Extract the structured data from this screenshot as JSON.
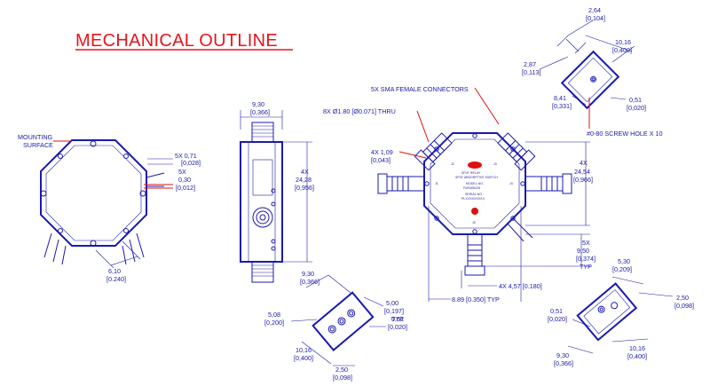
{
  "title": "MECHANICAL OUTLINE",
  "colors": {
    "title": "#e8141b",
    "line": "#1a1ab0",
    "text": "#1a1aa8",
    "leader": "#e01010"
  },
  "front_view": {
    "mounting_label_1": "MOUNTING",
    "mounting_label_2": "SURFACE",
    "dim_071": "5X 0,71",
    "dim_071_in": "[0,028]",
    "dim_030_a": "5X",
    "dim_030_b": "0,30",
    "dim_030_in": "[0,012]",
    "dim_610": "6,10",
    "dim_610_in": "[0.240]"
  },
  "side_view": {
    "dim_930": "9,30",
    "dim_930_in": "[0,366]",
    "dim_2428_a": "4X",
    "dim_2428_b": "24,28",
    "dim_2428_in": "[0,956]"
  },
  "top_view": {
    "sma_label": "5X SMA FEMALE CONNECTORS",
    "thru_label": "8X Ø1.80 [Ø0.071] THRU",
    "dim_109_a": "4X 1,09",
    "dim_109_in": "[0,043]",
    "dim_2454_a": "4X",
    "dim_2454_b": "24,54",
    "dim_2454_in": "[0,966]",
    "dim_950_a": "5X",
    "dim_950_b": "9,50",
    "dim_950_in": "[0,374]",
    "dim_950_typ": "TYP",
    "dim_457": "4X 4,57 [0.180]",
    "dim_889": "8.89 [0.350] TYP",
    "port_labels": [
      "J1",
      "J2",
      "J3",
      "J4",
      "J0"
    ],
    "body_lines": [
      "SP4T RELAY",
      "SP4T ABSORPTIVE SWITCH",
      "MODEL NO.",
      "FMSW6226",
      "SERIAL NO.",
      "PLXXXXXXXXX"
    ]
  },
  "detail_top_right": {
    "dim_264": "2,64",
    "dim_264_in": "[0,104]",
    "dim_1016": "10,16",
    "dim_1016_in": "[0,400]",
    "dim_287": "2,87",
    "dim_287_in": "[0,113]",
    "dim_841": "8,41",
    "dim_841_in": "[0,331]",
    "dim_051": "0,51",
    "dim_051_in": "[0,020]",
    "screw_label": "#0-80 SCREW HOLE X 10"
  },
  "detail_bottom_left": {
    "dim_930": "9,30",
    "dim_930_in": "[0,366]",
    "dim_500": "5,00",
    "dim_500_in": "[0,197]",
    "dim_500_typ": "TYP",
    "dim_508": "5,08",
    "dim_508_in": "[0,200]",
    "dim_051": "0,51",
    "dim_051_in": "[0,020]",
    "dim_1016": "10,16",
    "dim_1016_in": "[0,400]",
    "dim_250": "2,50",
    "dim_250_in": "[0,098]"
  },
  "detail_bottom_right": {
    "dim_530": "5,30",
    "dim_530_in": "[0,209]",
    "dim_250": "2,50",
    "dim_250_in": "[0,098]",
    "dim_051": "0,51",
    "dim_051_in": "[0,020]",
    "dim_930": "9,30",
    "dim_930_in": "[0,366]",
    "dim_1016": "10,16",
    "dim_1016_in": "[0,400]"
  }
}
